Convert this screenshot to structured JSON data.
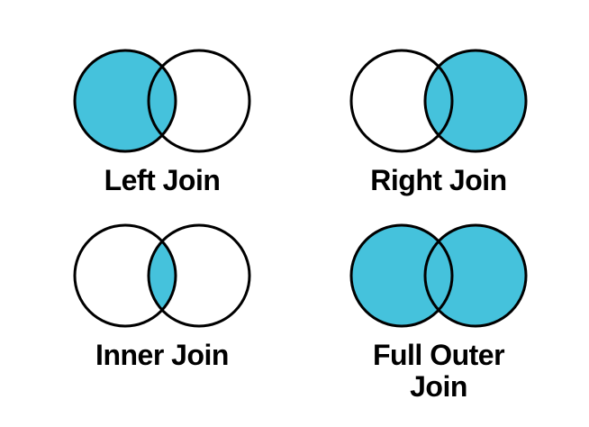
{
  "page": {
    "background_color": "#ffffff"
  },
  "colors": {
    "venn_fill": "#45C2DC",
    "venn_stroke": "#000000",
    "label_text": "#000000"
  },
  "diagrams": [
    {
      "id": "left-join",
      "label": "Left Join",
      "filled_region": "left circle including intersection"
    },
    {
      "id": "right-join",
      "label": "Right Join",
      "filled_region": "right circle including intersection"
    },
    {
      "id": "inner-join",
      "label": "Inner Join",
      "filled_region": "intersection only"
    },
    {
      "id": "full-outer-join",
      "label": "Full Outer Join",
      "filled_region": "both circles"
    }
  ]
}
